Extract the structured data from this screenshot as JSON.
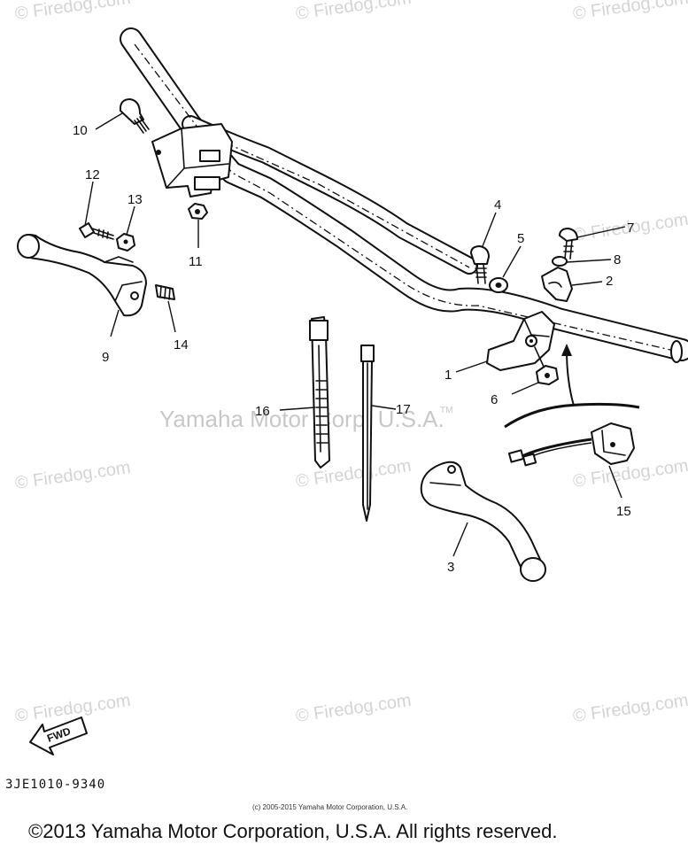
{
  "diagram": {
    "watermarks": {
      "site": "© Firedog.com",
      "center": "© Firedog.com",
      "brand": "Yamaha Motor Corp, U.S.A.",
      "tm": "TM"
    },
    "callouts": {
      "c1": "1",
      "c2": "2",
      "c3": "3",
      "c4": "4",
      "c5": "5",
      "c6": "6",
      "c7": "7",
      "c8": "8",
      "c9": "9",
      "c10": "10",
      "c11": "11",
      "c12": "12",
      "c13": "13",
      "c14": "14",
      "c15": "15",
      "c16": "16",
      "c17": "17"
    },
    "fwd_label": "FWD",
    "diagram_code": "3JE1010-9340"
  },
  "footer": {
    "small_copyright": "(c) 2005-2015 Yamaha Motor Corporation, U.S.A.",
    "copyright": "©2013 Yamaha Motor Corporation, U.S.A. All rights reserved."
  }
}
